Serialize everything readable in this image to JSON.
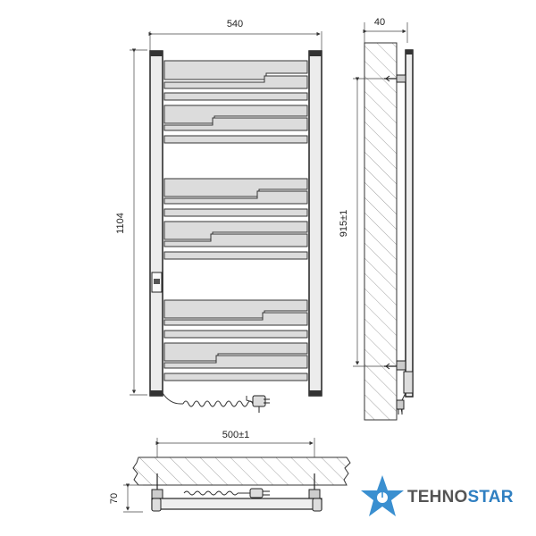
{
  "dimensions": {
    "front_width": "540",
    "front_height": "1104",
    "side_depth": "40",
    "side_mount_height": "915±1",
    "bottom_mount_width": "500±1",
    "bottom_depth": "70"
  },
  "brand": {
    "name_part1": "TEHNO",
    "name_part2": "STAR",
    "star_color": "#3a8fd0",
    "text_color_1": "#555555",
    "text_color_2": "#2f7fc1"
  }
}
